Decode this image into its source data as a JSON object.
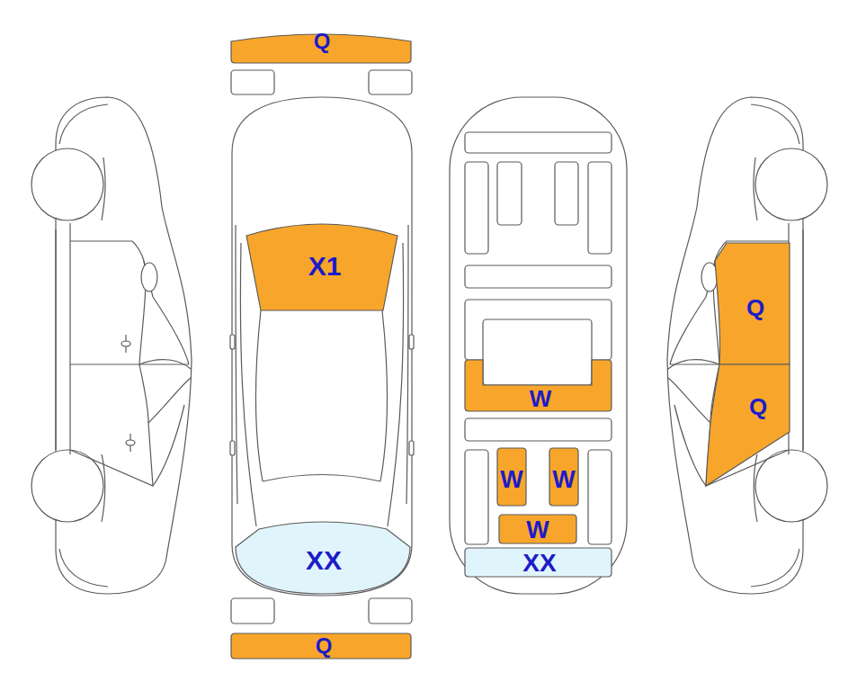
{
  "diagram": {
    "nodes": [
      {
        "text": [
          "Q"
        ]
      },
      {
        "text": [
          "X1"
        ]
      },
      {
        "text": [
          "XX"
        ]
      },
      {
        "text": [
          "Q"
        ]
      },
      {
        "text": [
          "W"
        ]
      },
      {
        "text": [
          "W"
        ]
      },
      {
        "text": [
          "W"
        ]
      },
      {
        "text": [
          "W"
        ]
      },
      {
        "text": [
          "XX"
        ]
      },
      {
        "text": [
          "Q"
        ]
      },
      {
        "text": [
          "Q"
        ]
      }
    ]
  }
}
